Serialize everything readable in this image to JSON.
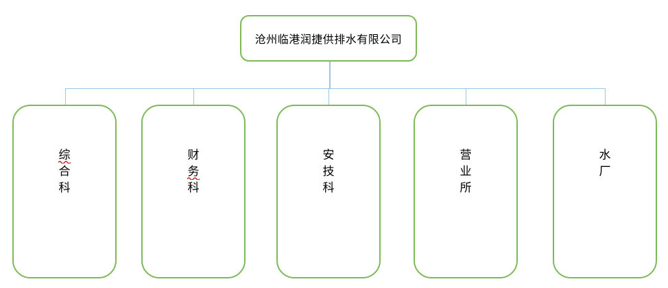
{
  "diagram": {
    "type": "org-chart",
    "root": {
      "label": "沧州临港润捷供排水有限公司"
    },
    "children": [
      {
        "label": "综合科",
        "spellcheck_underline_char": "综"
      },
      {
        "label": "财务科",
        "spellcheck_underline_char": "务"
      },
      {
        "label": "安技科"
      },
      {
        "label": "营业所"
      },
      {
        "label": "水厂"
      }
    ]
  },
  "colors": {
    "box_border_green": "#7cba59",
    "connector_blue": "#9fc3e4",
    "text": "#000000",
    "spellcheck_red": "#c00000",
    "background": "#ffffff"
  }
}
